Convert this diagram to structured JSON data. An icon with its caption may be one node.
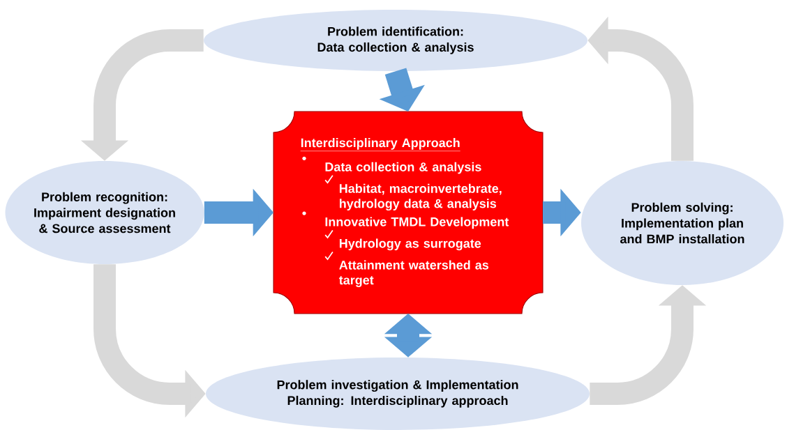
{
  "diagram": {
    "nodes": [
      {
        "text": [
          "Problem identification: Data collection & analysis"
        ]
      },
      {
        "text": [
          "Problem recognition: Impairment designation & Source assessment"
        ]
      },
      {
        "text": [
          "Interdisciplinary Approach",
          "Data collection & analysis",
          "Habitat, macroinvertebrate, hydrology data & analysis",
          "Innovative TMDL Development",
          "Hydrology as surrogate",
          "Attainment watershed as target"
        ]
      },
      {
        "text": [
          "Problem solving: Implementation plan and BMP installation"
        ]
      },
      {
        "text": [
          "Problem investigation & Implementation Planning: Interdisciplinary approach"
        ]
      }
    ],
    "edges": [
      {
        "from": 0,
        "to": 1,
        "arrow": "to",
        "color": "#d9d9d9"
      },
      {
        "from": 1,
        "to": 4,
        "arrow": "to",
        "color": "#d9d9d9"
      },
      {
        "from": 4,
        "to": 3,
        "arrow": "to",
        "color": "#d9d9d9"
      },
      {
        "from": 3,
        "to": 0,
        "arrow": "to",
        "color": "#d9d9d9"
      },
      {
        "from": 0,
        "to": 2,
        "arrow": "to",
        "color": "#5b9bd5"
      },
      {
        "from": 1,
        "to": 2,
        "arrow": "to",
        "color": "#5b9bd5"
      },
      {
        "from": 2,
        "to": 3,
        "arrow": "to",
        "color": "#5b9bd5"
      },
      {
        "from": 2,
        "to": 4,
        "arrow": "both",
        "color": "#5b9bd5"
      }
    ]
  }
}
